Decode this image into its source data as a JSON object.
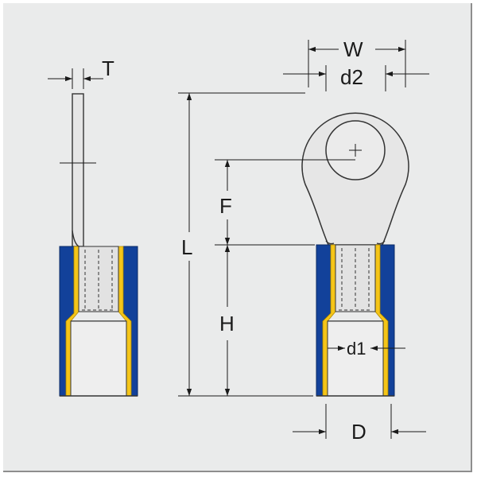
{
  "labels": {
    "T": "T",
    "W": "W",
    "d2": "d2",
    "F": "F",
    "L": "L",
    "H": "H",
    "d1": "d1",
    "D": "D"
  },
  "colors": {
    "insulation": "#12419a",
    "brass": "#f5c518",
    "metal": "#e6e6e6",
    "background": "#eaebeb"
  }
}
